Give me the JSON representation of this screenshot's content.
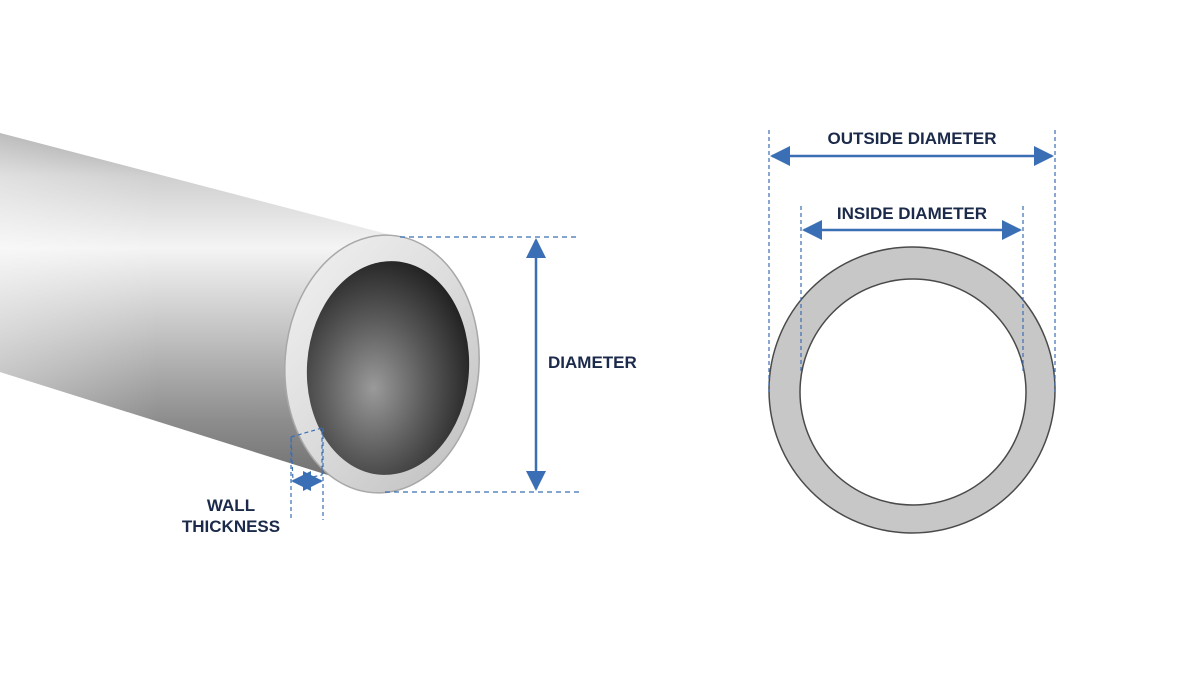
{
  "labels": {
    "diameter": "DIAMETER",
    "wall_line1": "WALL",
    "wall_line2": "THICKNESS",
    "outside_diameter": "OUTSIDE DIAMETER",
    "inside_diameter": "INSIDE DIAMETER"
  },
  "colors": {
    "accent": "#3a6fb5",
    "label": "#1b2a4a",
    "ring_fill": "#c7c7c7",
    "ring_stroke": "#4a4a4a"
  }
}
